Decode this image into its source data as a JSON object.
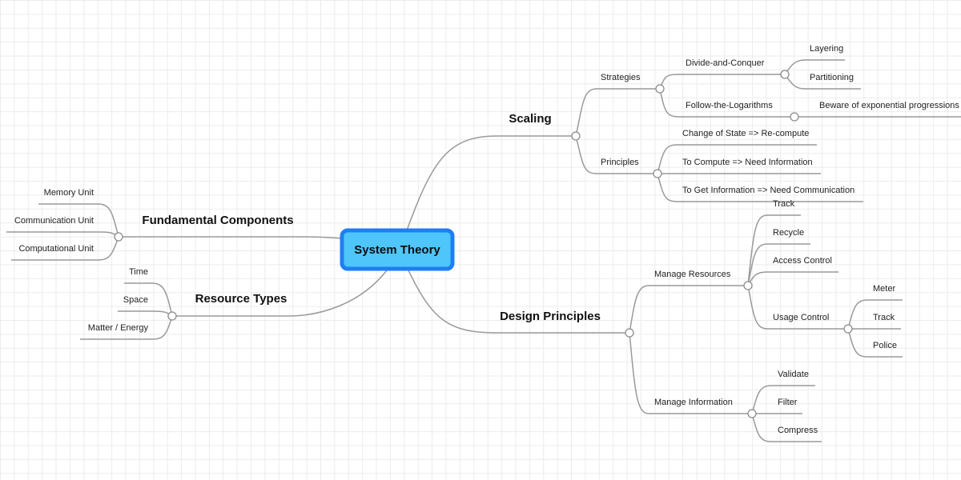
{
  "central": {
    "label": "System Theory"
  },
  "topics": {
    "scaling": {
      "label": "Scaling",
      "strategies": {
        "label": "Strategies",
        "divide": {
          "label": "Divide-and-Conquer",
          "items": [
            "Layering",
            "Partitioning"
          ]
        },
        "follow": {
          "label": "Follow-the-Logarithms",
          "items": [
            "Beware of exponential progressions"
          ]
        }
      },
      "principles": {
        "label": "Principles",
        "items": [
          "Change of State => Re-compute",
          "To Compute => Need Information",
          "To Get Information => Need Communication"
        ]
      }
    },
    "fundamental": {
      "label": "Fundamental Components",
      "items": [
        "Memory Unit",
        "Communication Unit",
        "Computational Unit"
      ]
    },
    "resources": {
      "label": "Resource Types",
      "items": [
        "Time",
        "Space",
        "Matter / Energy"
      ]
    },
    "design": {
      "label": "Design Principles",
      "manage_resources": {
        "label": "Manage Resources",
        "items": [
          "Track",
          "Recycle",
          "Access Control"
        ],
        "usage_control": {
          "label": "Usage Control",
          "items": [
            "Meter",
            "Track",
            "Police"
          ]
        }
      },
      "manage_information": {
        "label": "Manage Information",
        "items": [
          "Validate",
          "Filter",
          "Compress"
        ]
      }
    }
  }
}
